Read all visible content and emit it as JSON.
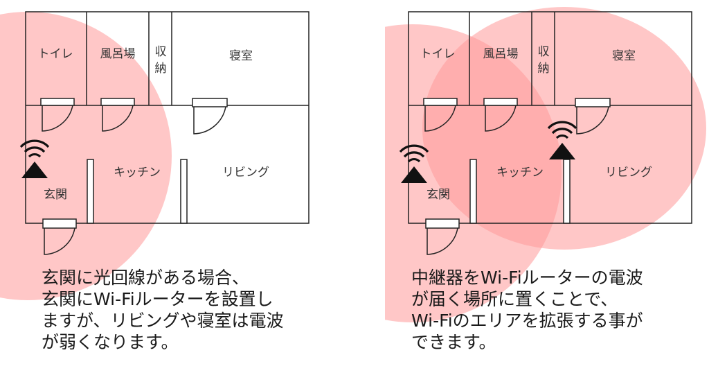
{
  "colors": {
    "signal": "#ff9999",
    "wall": "#222222",
    "background": "#ffffff"
  },
  "left_plan": {
    "rooms": {
      "toilet": "トイレ",
      "bath": "風呂場",
      "storage_1": "収",
      "storage_2": "納",
      "bedroom": "寝室",
      "kitchen": "キッチン",
      "living": "リビング",
      "entrance": "玄関"
    },
    "icons": [
      "wifi-router-icon"
    ],
    "caption": [
      "玄関に光回線がある場合、",
      "玄関にWi-Fiルーターを設置し",
      "ますが、リビングや寝室は電波",
      "が弱くなります。"
    ]
  },
  "right_plan": {
    "rooms": {
      "toilet": "トイレ",
      "bath": "風呂場",
      "storage_1": "収",
      "storage_2": "納",
      "bedroom": "寝室",
      "kitchen": "キッチン",
      "living": "リビング",
      "entrance": "玄関"
    },
    "icons": [
      "wifi-router-icon",
      "wifi-repeater-icon"
    ],
    "caption": [
      "中継器をWi-Fiルーターの電波",
      "が届く場所に置くことで、",
      "Wi-Fiのエリアを拡張する事が",
      "できます。"
    ]
  }
}
